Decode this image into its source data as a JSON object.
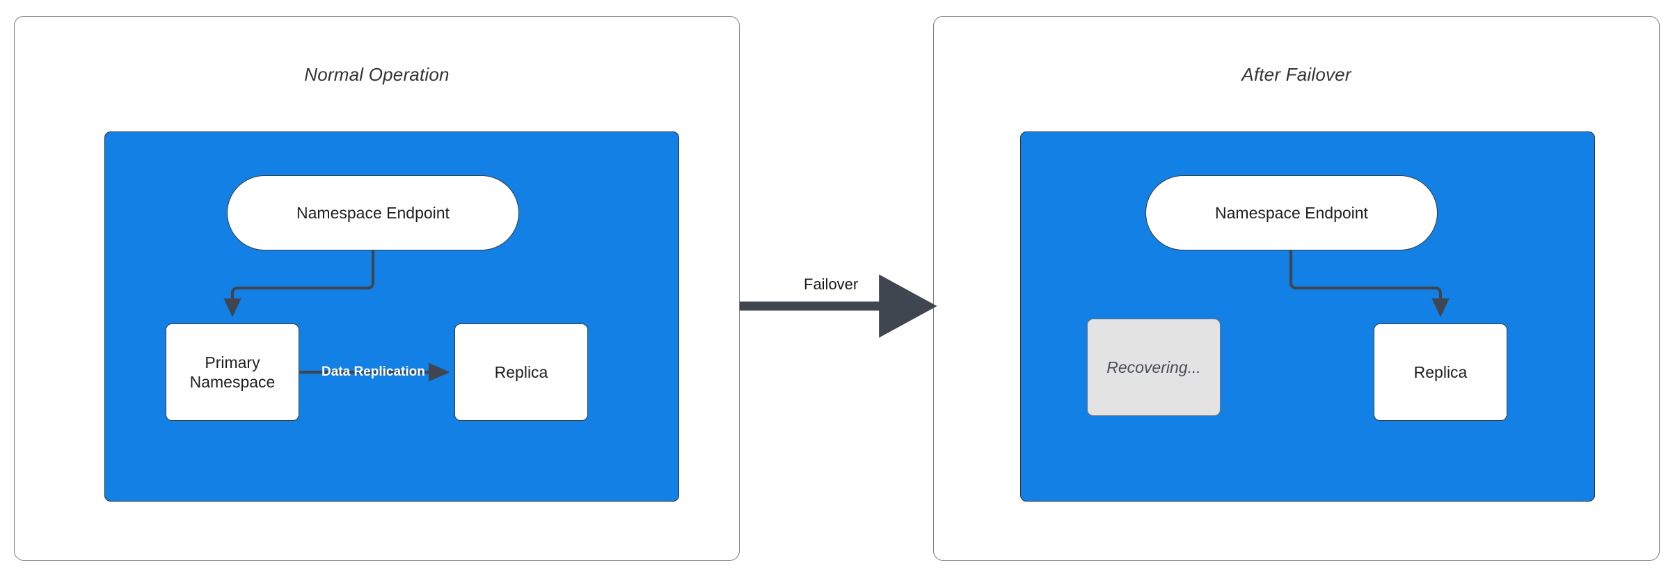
{
  "diagram": {
    "type": "failover-architecture-diagram",
    "background_color": "#ffffff",
    "panels": [
      {
        "id": "normal-operation",
        "title": "Normal Operation",
        "region_color": "#1280e5",
        "nodes": [
          {
            "id": "namespace-endpoint-left",
            "label": "Namespace Endpoint",
            "shape": "stadium",
            "fill": "#ffffff"
          },
          {
            "id": "primary-namespace",
            "label": "Primary\nNamespace",
            "shape": "rect",
            "fill": "#ffffff"
          },
          {
            "id": "replica-left",
            "label": "Replica",
            "shape": "rect",
            "fill": "#ffffff"
          }
        ],
        "edges": [
          {
            "from": "namespace-endpoint-left",
            "to": "primary-namespace",
            "label": ""
          },
          {
            "from": "primary-namespace",
            "to": "replica-left",
            "label": "Data Replication"
          }
        ]
      },
      {
        "id": "after-failover",
        "title": "After Failover",
        "region_color": "#1280e5",
        "nodes": [
          {
            "id": "namespace-endpoint-right",
            "label": "Namespace Endpoint",
            "shape": "stadium",
            "fill": "#ffffff"
          },
          {
            "id": "recovering",
            "label": "Recovering...",
            "shape": "rect",
            "fill": "#e3e3e3",
            "style": "italic-muted"
          },
          {
            "id": "replica-right",
            "label": "Replica",
            "shape": "rect",
            "fill": "#ffffff"
          }
        ],
        "edges": [
          {
            "from": "namespace-endpoint-right",
            "to": "replica-right",
            "label": ""
          }
        ]
      }
    ],
    "transition": {
      "label": "Failover",
      "from_panel": "normal-operation",
      "to_panel": "after-failover",
      "arrow_color": "#3f4650"
    },
    "nodes": {
      "namespace_endpoint": "Namespace Endpoint",
      "primary_namespace_line1": "Primary",
      "primary_namespace_line2": "Namespace",
      "replica": "Replica",
      "recovering": "Recovering..."
    },
    "labels": {
      "normal_operation": "Normal Operation",
      "after_failover": "After Failover",
      "data_replication": "Data Replication",
      "failover": "Failover"
    },
    "colors": {
      "region_blue": "#1280e5",
      "node_stroke": "#333a42",
      "connector": "#3f4650",
      "panel_border": "#7a7a7a",
      "recovering_fill": "#e3e3e3",
      "text": "#1f1f1f"
    }
  }
}
